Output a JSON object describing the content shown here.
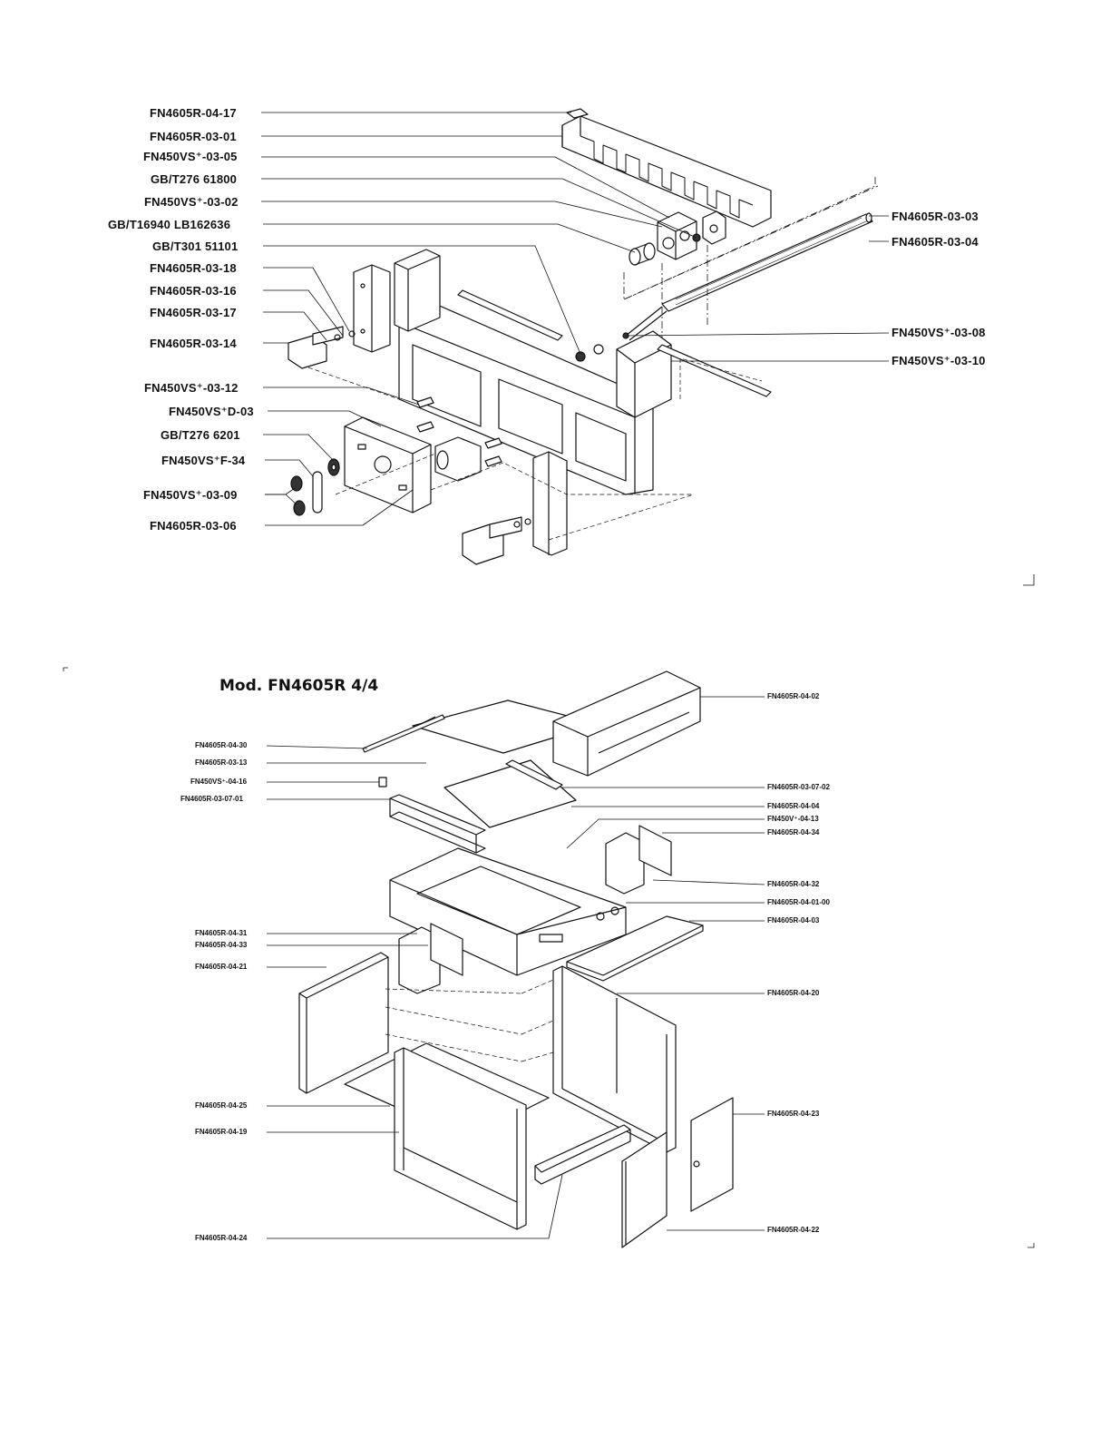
{
  "sheet_title": "Mod. FN4605R   4/4",
  "top_left_labels": [
    "FN4605R-04-17",
    "FN4605R-03-01",
    "FN450VS⁺-03-05",
    "GB/T276  61800",
    "FN450VS⁺-03-02",
    "GB/T16940  LB162636",
    "GB/T301  51101",
    "FN4605R-03-18",
    "FN4605R-03-16",
    "FN4605R-03-17",
    "FN4605R-03-14",
    "FN450VS⁺-03-12",
    "FN450VS⁺D-03",
    "GB/T276  6201",
    "FN450VS⁺F-34",
    "FN450VS⁺-03-09",
    "FN4605R-03-06"
  ],
  "top_right_labels": [
    "FN4605R-03-03",
    "FN4605R-03-04",
    "FN450VS⁺-03-08",
    "FN450VS⁺-03-10"
  ],
  "bottom_left_labels": [
    "FN4605R-04-30",
    "FN4605R-03-13",
    "FN450VS⁺-04-16",
    "FN4605R-03-07-01",
    "FN4605R-04-31",
    "FN4605R-04-33",
    "FN4605R-04-21",
    "FN4605R-04-25",
    "FN4605R-04-19",
    "FN4605R-04-24"
  ],
  "bottom_right_labels": [
    "FN4605R-04-02",
    "FN4605R-03-07-02",
    "FN4605R-04-04",
    "FN450V⁺-04-13",
    "FN4605R-04-34",
    "FN4605R-04-32",
    "FN4605R-04-01-00",
    "FN4605R-04-03",
    "FN4605R-04-20",
    "FN4605R-04-23",
    "FN4605R-04-22"
  ]
}
